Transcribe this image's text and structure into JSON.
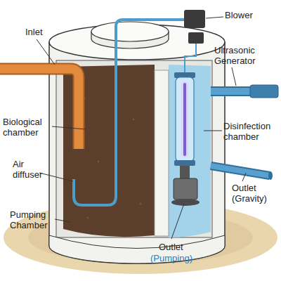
{
  "diagram": {
    "labels": [
      "Inlet",
      "Blower",
      "Ultrasonic Generator",
      "Biological chamber",
      "Air diffuser",
      "Disinfection chamber",
      "Outlet (Gravity)",
      "Pumping Chamber",
      "Outlet",
      "(Pumping)"
    ]
  }
}
